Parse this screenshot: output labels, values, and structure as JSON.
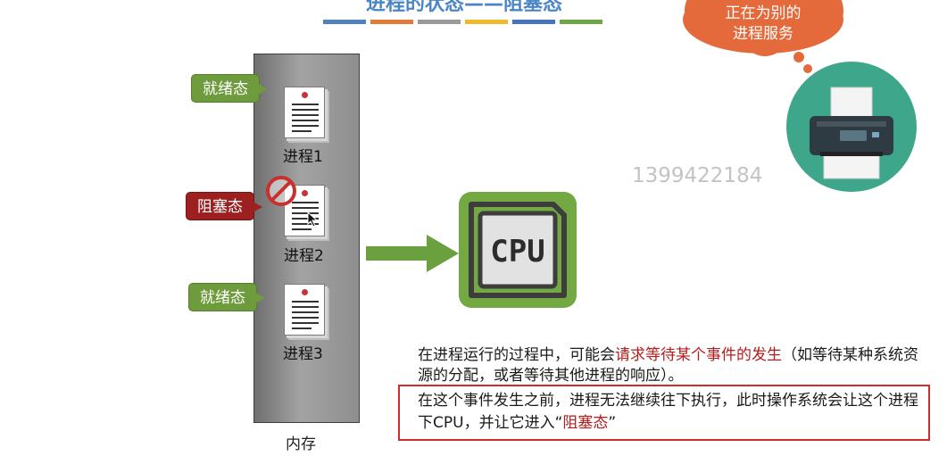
{
  "slide": {
    "title": "进程的状态——阻塞态",
    "stripe_colors": [
      "#4f81bd",
      "#e07b39",
      "#9a9a9a",
      "#f0b929",
      "#4675c0",
      "#6fa648"
    ]
  },
  "memory": {
    "label": "内存"
  },
  "processes": [
    {
      "name": "进程1",
      "state": "就绪态",
      "state_color": "#6e9b3c"
    },
    {
      "name": "进程2",
      "state": "阻塞态",
      "state_color": "#9c2020"
    },
    {
      "name": "进程3",
      "state": "就绪态",
      "state_color": "#6e9b3c"
    }
  ],
  "cpu": {
    "label": "CPU",
    "accent": "#74a843"
  },
  "watermark": "1399422184",
  "thought_bubble": {
    "lines": [
      "正在为别的",
      "进程服务"
    ],
    "color": "#e46a3b"
  },
  "printer": {
    "icon": "printer-icon"
  },
  "description": {
    "part1": "在进程运行的过程中，可能会",
    "highlight": "请求等待某个事件的发生",
    "part2": "（如等待某种系统资源的分配，或者等待其他进程的响应）。"
  },
  "boxed_text": {
    "part1": "在这个事件发生之前，进程无法继续往下执行，此时操作系统会让这个进程下CPU，并让它进入“",
    "highlight": "阻塞态",
    "part2": "”"
  }
}
